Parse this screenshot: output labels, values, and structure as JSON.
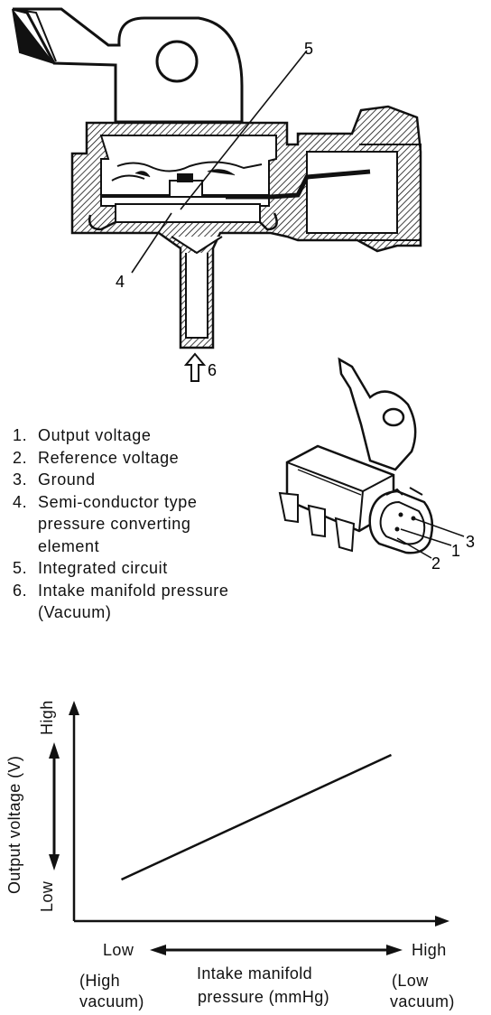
{
  "callouts": {
    "c1": "1",
    "c2": "2",
    "c3": "3",
    "c4": "4",
    "c5": "5",
    "c6": "6"
  },
  "legend": {
    "items": [
      {
        "num": "1.",
        "lines": [
          "Output voltage"
        ]
      },
      {
        "num": "2.",
        "lines": [
          "Reference voltage"
        ]
      },
      {
        "num": "3.",
        "lines": [
          "Ground"
        ]
      },
      {
        "num": "4.",
        "lines": [
          "Semi-conductor type",
          "pressure converting",
          "element"
        ]
      },
      {
        "num": "5.",
        "lines": [
          "Integrated circuit"
        ]
      },
      {
        "num": "6.",
        "lines": [
          "Intake manifold pressure",
          "(Vacuum)"
        ]
      }
    ]
  },
  "chart_data": {
    "type": "line",
    "ylabel": "Output voltage (V)",
    "y_high": "High",
    "y_low": "Low",
    "xlabel_line1": "Intake manifold",
    "xlabel_line2": "pressure (mmHg)",
    "x_low": "Low",
    "x_high": "High",
    "x_low_note_1": "(High",
    "x_low_note_2": "vacuum)",
    "x_high_note_1": "(Low",
    "x_high_note_2": "vacuum)",
    "series": [
      {
        "x": [
          0.13,
          0.87
        ],
        "y": [
          0.2,
          0.8
        ]
      }
    ],
    "xlim": [
      0,
      1
    ],
    "ylim": [
      0,
      1
    ],
    "grid": false
  },
  "colors": {
    "ink": "#111111",
    "paper": "#ffffff"
  }
}
